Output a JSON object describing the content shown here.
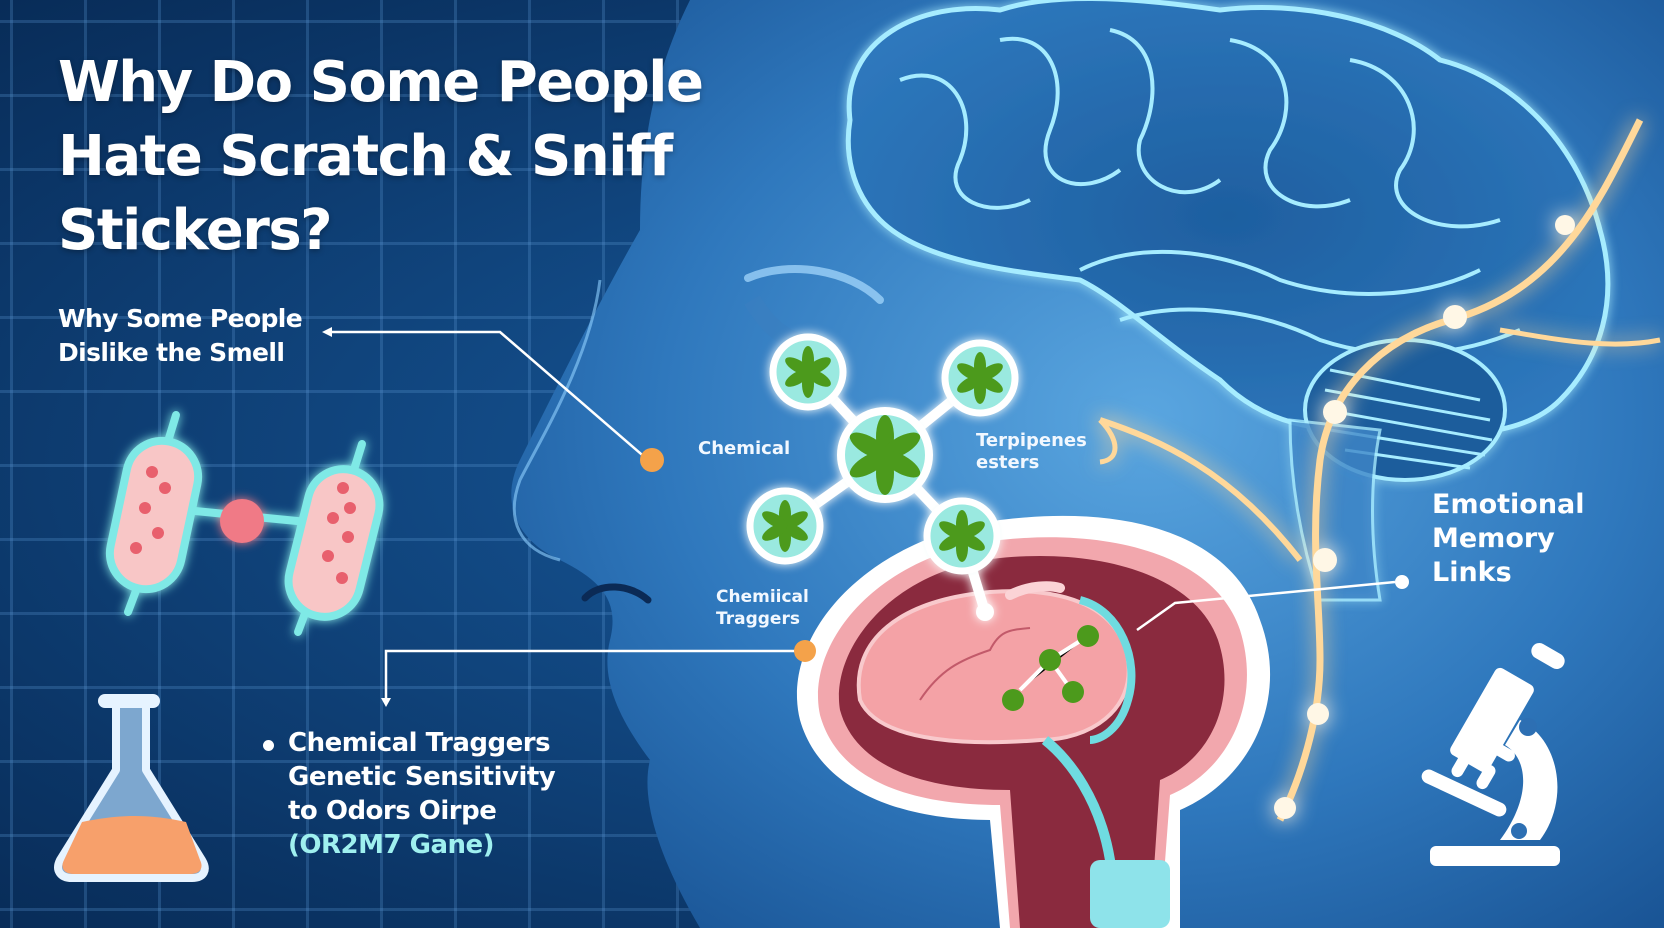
{
  "infographic": {
    "title_lines": [
      "Why Do Some People",
      "Hate Scratch & Sniff",
      "Stickers?"
    ],
    "subtitle_lines": [
      "Why Some People",
      "Dislike the Smell"
    ],
    "labels": {
      "chemical": "Chemical",
      "terpenes_lines": [
        "Terpipenes",
        "esters"
      ],
      "chemical_triggers_lines": [
        "Chemiical",
        "Traggers"
      ],
      "emotional_memory_lines": [
        "Emotional",
        "Memory",
        "Links"
      ]
    },
    "bullet_lines": [
      "Chemical Traggers",
      "Genetic Sensitivity",
      "to Odors Oirpe",
      "(OR2M7 Gane)"
    ],
    "icons": [
      "molecule-icon",
      "flask-icon",
      "microscope-icon",
      "brain-illustration",
      "head-profile-illustration",
      "olfactory-bulb-illustration",
      "neural-pathway-illustration",
      "scent-molecule-icon"
    ],
    "colors": {
      "background": "#0b3566",
      "accent_orange": "#f4a24a",
      "glow_cyan": "#7fe9e6",
      "molecule_green": "#4c9a1c",
      "tissue_pink": "#f09aa1",
      "tissue_dark": "#8a2a3e",
      "neural_gold": "#ffd89a",
      "flask_liquid": "#f7a06b"
    }
  }
}
